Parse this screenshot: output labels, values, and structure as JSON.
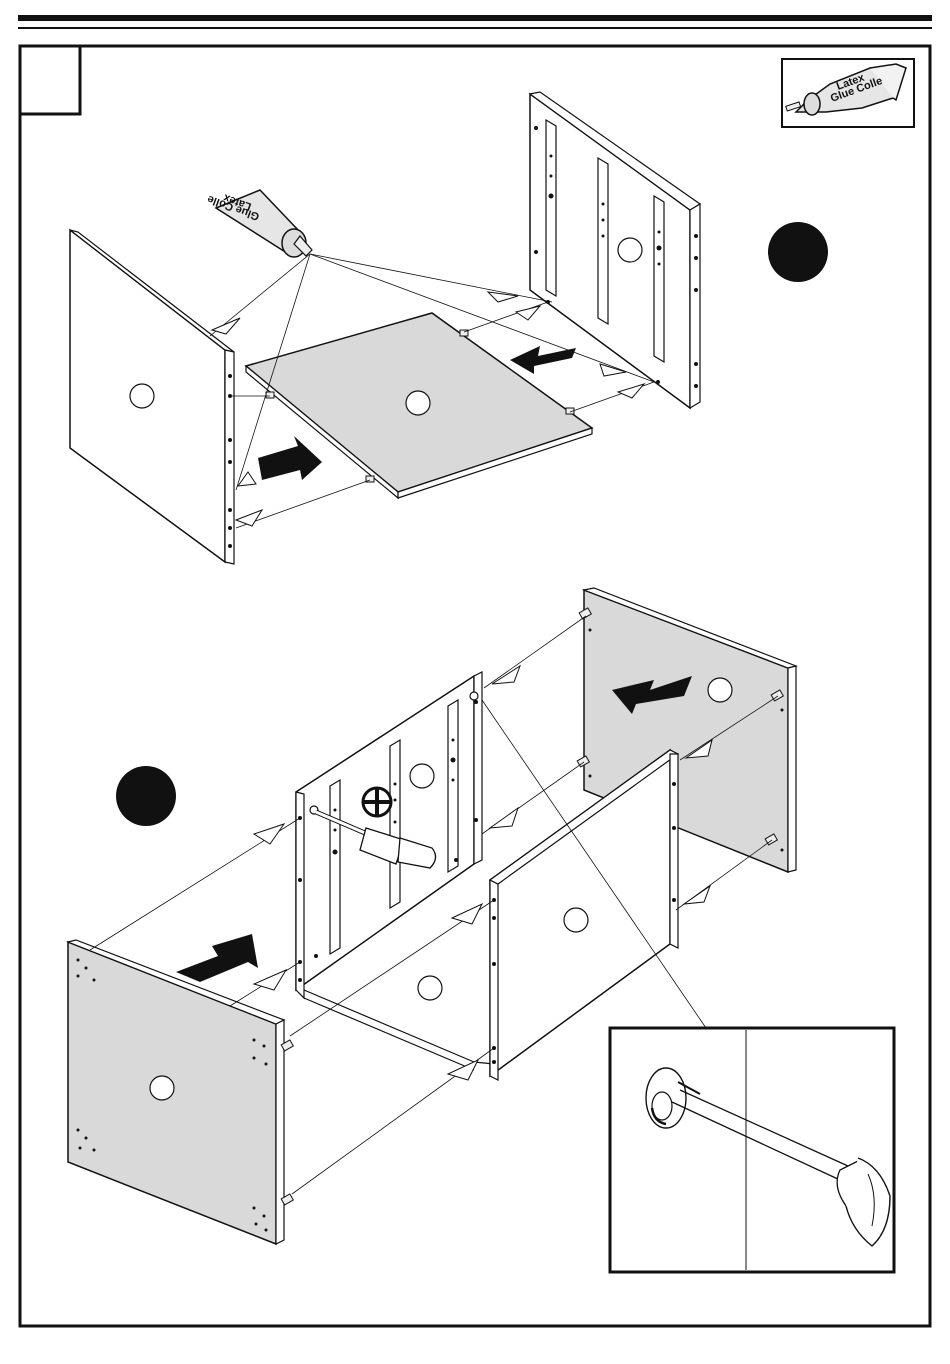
{
  "step": {
    "number": ""
  },
  "glue_icon": {
    "line1": "Latex",
    "line2": "Glue Colle"
  },
  "tube_label": {
    "line1": "Latex",
    "line2": "Glue Colle"
  },
  "colors": {
    "ink": "#111111",
    "panel_white": "#ffffff",
    "panel_grey": "#d9d9d9",
    "step_badge": "#111111"
  },
  "icons": [
    "glue-tube-icon",
    "phillips-screwdriver-icon",
    "arrow-icon",
    "step-badge-icon"
  ]
}
